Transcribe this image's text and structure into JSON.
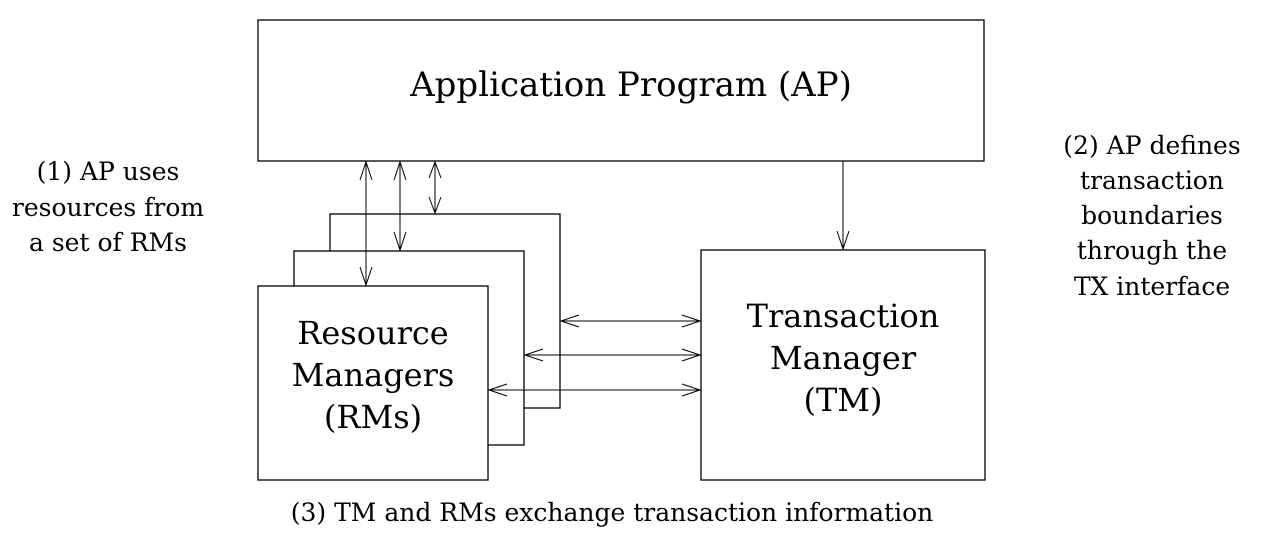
{
  "application_program": {
    "label": "Application Program (AP)"
  },
  "resource_managers": {
    "lines": [
      "Resource",
      "Managers",
      "(RMs)"
    ]
  },
  "transaction_manager": {
    "lines": [
      "Transaction",
      "Manager",
      "(TM)"
    ]
  },
  "annotations": {
    "note1": [
      "(1) AP uses",
      "resources from",
      "a set of RMs"
    ],
    "note2": [
      "(2) AP defines",
      "transaction",
      "boundaries",
      "through the",
      "TX interface"
    ],
    "note3": "(3) TM and RMs exchange transaction information"
  }
}
